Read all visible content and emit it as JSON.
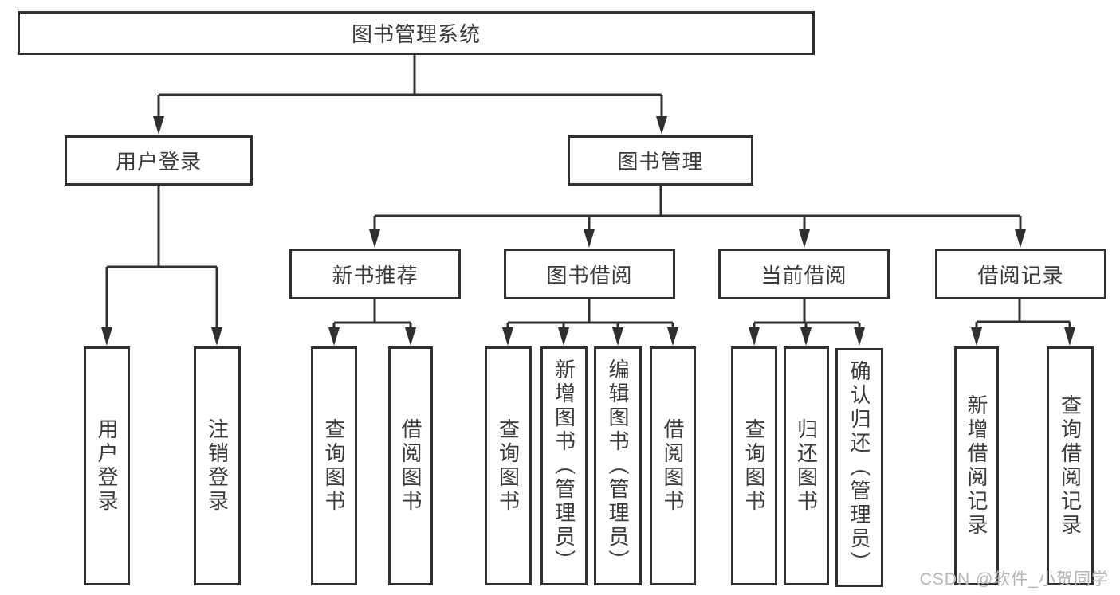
{
  "diagram": {
    "nodes": {
      "root": "图书管理系统",
      "user_login": "用户登录",
      "book_mgmt": "图书管理",
      "new_book": "新书推荐",
      "book_borrow": "图书借阅",
      "current_borrow": "当前借阅",
      "borrow_record": "借阅记录"
    },
    "leaves": {
      "user_login": [
        "用户登录",
        "注销登录"
      ],
      "new_book": [
        "查询图书",
        "借阅图书"
      ],
      "book_borrow": [
        "查询图书",
        "新增图书（管理员）",
        "编辑图书（管理员）",
        "借阅图书"
      ],
      "current_borrow": [
        "查询图书",
        "归还图书",
        "确认归还（管理员）"
      ],
      "borrow_record": [
        "新增借阅记录",
        "查询借阅记录"
      ]
    },
    "watermark": "CSDN @软件_小贺同学",
    "colors": {
      "line": "#2f2f2f",
      "text": "#3a3a3a",
      "watermark": "#b5b5ba",
      "background": "#ffffff"
    }
  }
}
